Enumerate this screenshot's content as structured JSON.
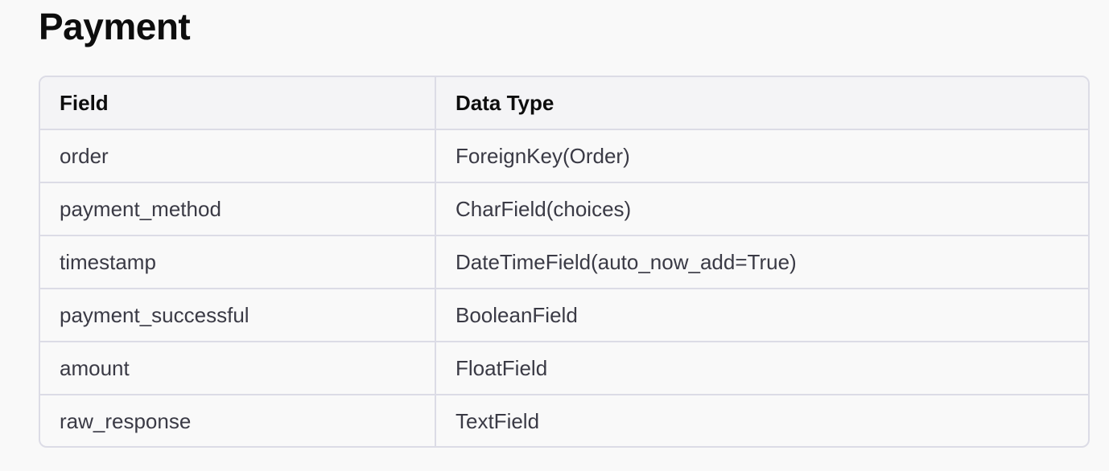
{
  "page": {
    "title": "Payment"
  },
  "table": {
    "headers": [
      "Field",
      "Data Type"
    ],
    "rows": [
      [
        "order",
        "ForeignKey(Order)"
      ],
      [
        "payment_method",
        "CharField(choices)"
      ],
      [
        "timestamp",
        "DateTimeField(auto_now_add=True)"
      ],
      [
        "payment_successful",
        "BooleanField"
      ],
      [
        "amount",
        "FloatField"
      ],
      [
        "raw_response",
        "TextField"
      ]
    ]
  },
  "colors": {
    "background": "#f9f9f9",
    "header_background": "#f4f4f6",
    "border": "#dcdce6",
    "title_text": "#0d0d0d",
    "body_text": "#3a3a45"
  }
}
